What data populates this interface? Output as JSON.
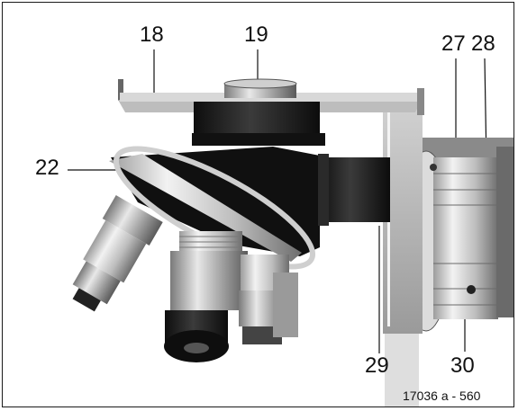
{
  "figure": {
    "callouts": {
      "c18": "18",
      "c19": "19",
      "c22": "22",
      "c27": "27",
      "c28": "28",
      "c29": "29",
      "c30": "30"
    },
    "figure_ref": "17036 a - 560"
  },
  "colors": {
    "ink": "#111111",
    "metal_light": "#e2e2e2",
    "metal_dark": "#1c1c1c"
  }
}
